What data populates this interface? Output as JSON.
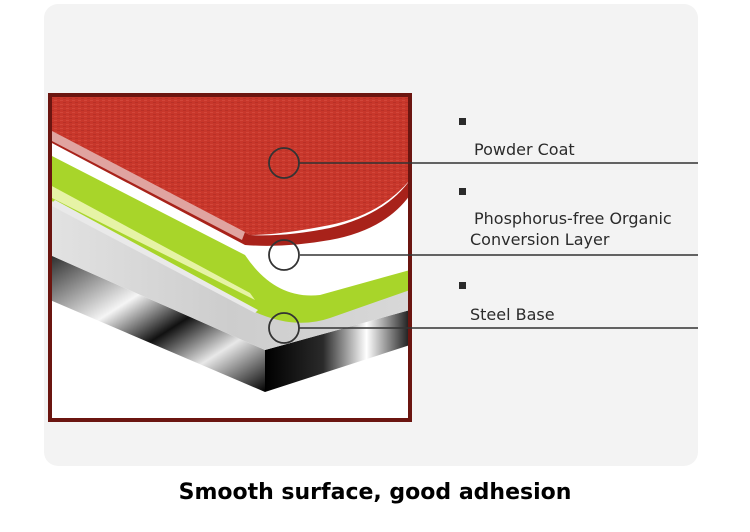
{
  "layers": [
    {
      "label": "Powder Coat",
      "color": "#c8372b",
      "icon": "circle-marker-icon"
    },
    {
      "label": "Phosphorus-free Organic Conversion Layer",
      "line1": "Phosphorus-free Organic",
      "line2": "Conversion Layer",
      "color": "#a8d52a",
      "icon": "circle-marker-icon"
    },
    {
      "label": "Steel Base",
      "color": "#c9c9c9",
      "icon": "circle-marker-icon"
    }
  ],
  "caption": "Smooth surface, good adhesion",
  "colors": {
    "frame": "#6b1510",
    "powder_coat": "#c8372b",
    "powder_coat_edge": "#e0a4a0",
    "conversion_layer": "#a8d52a",
    "conversion_layer_light": "#e6f3a6",
    "steel_top": "#cfcfcf",
    "steel_dark": "#1a1a1a",
    "callout_line": "#333333"
  }
}
